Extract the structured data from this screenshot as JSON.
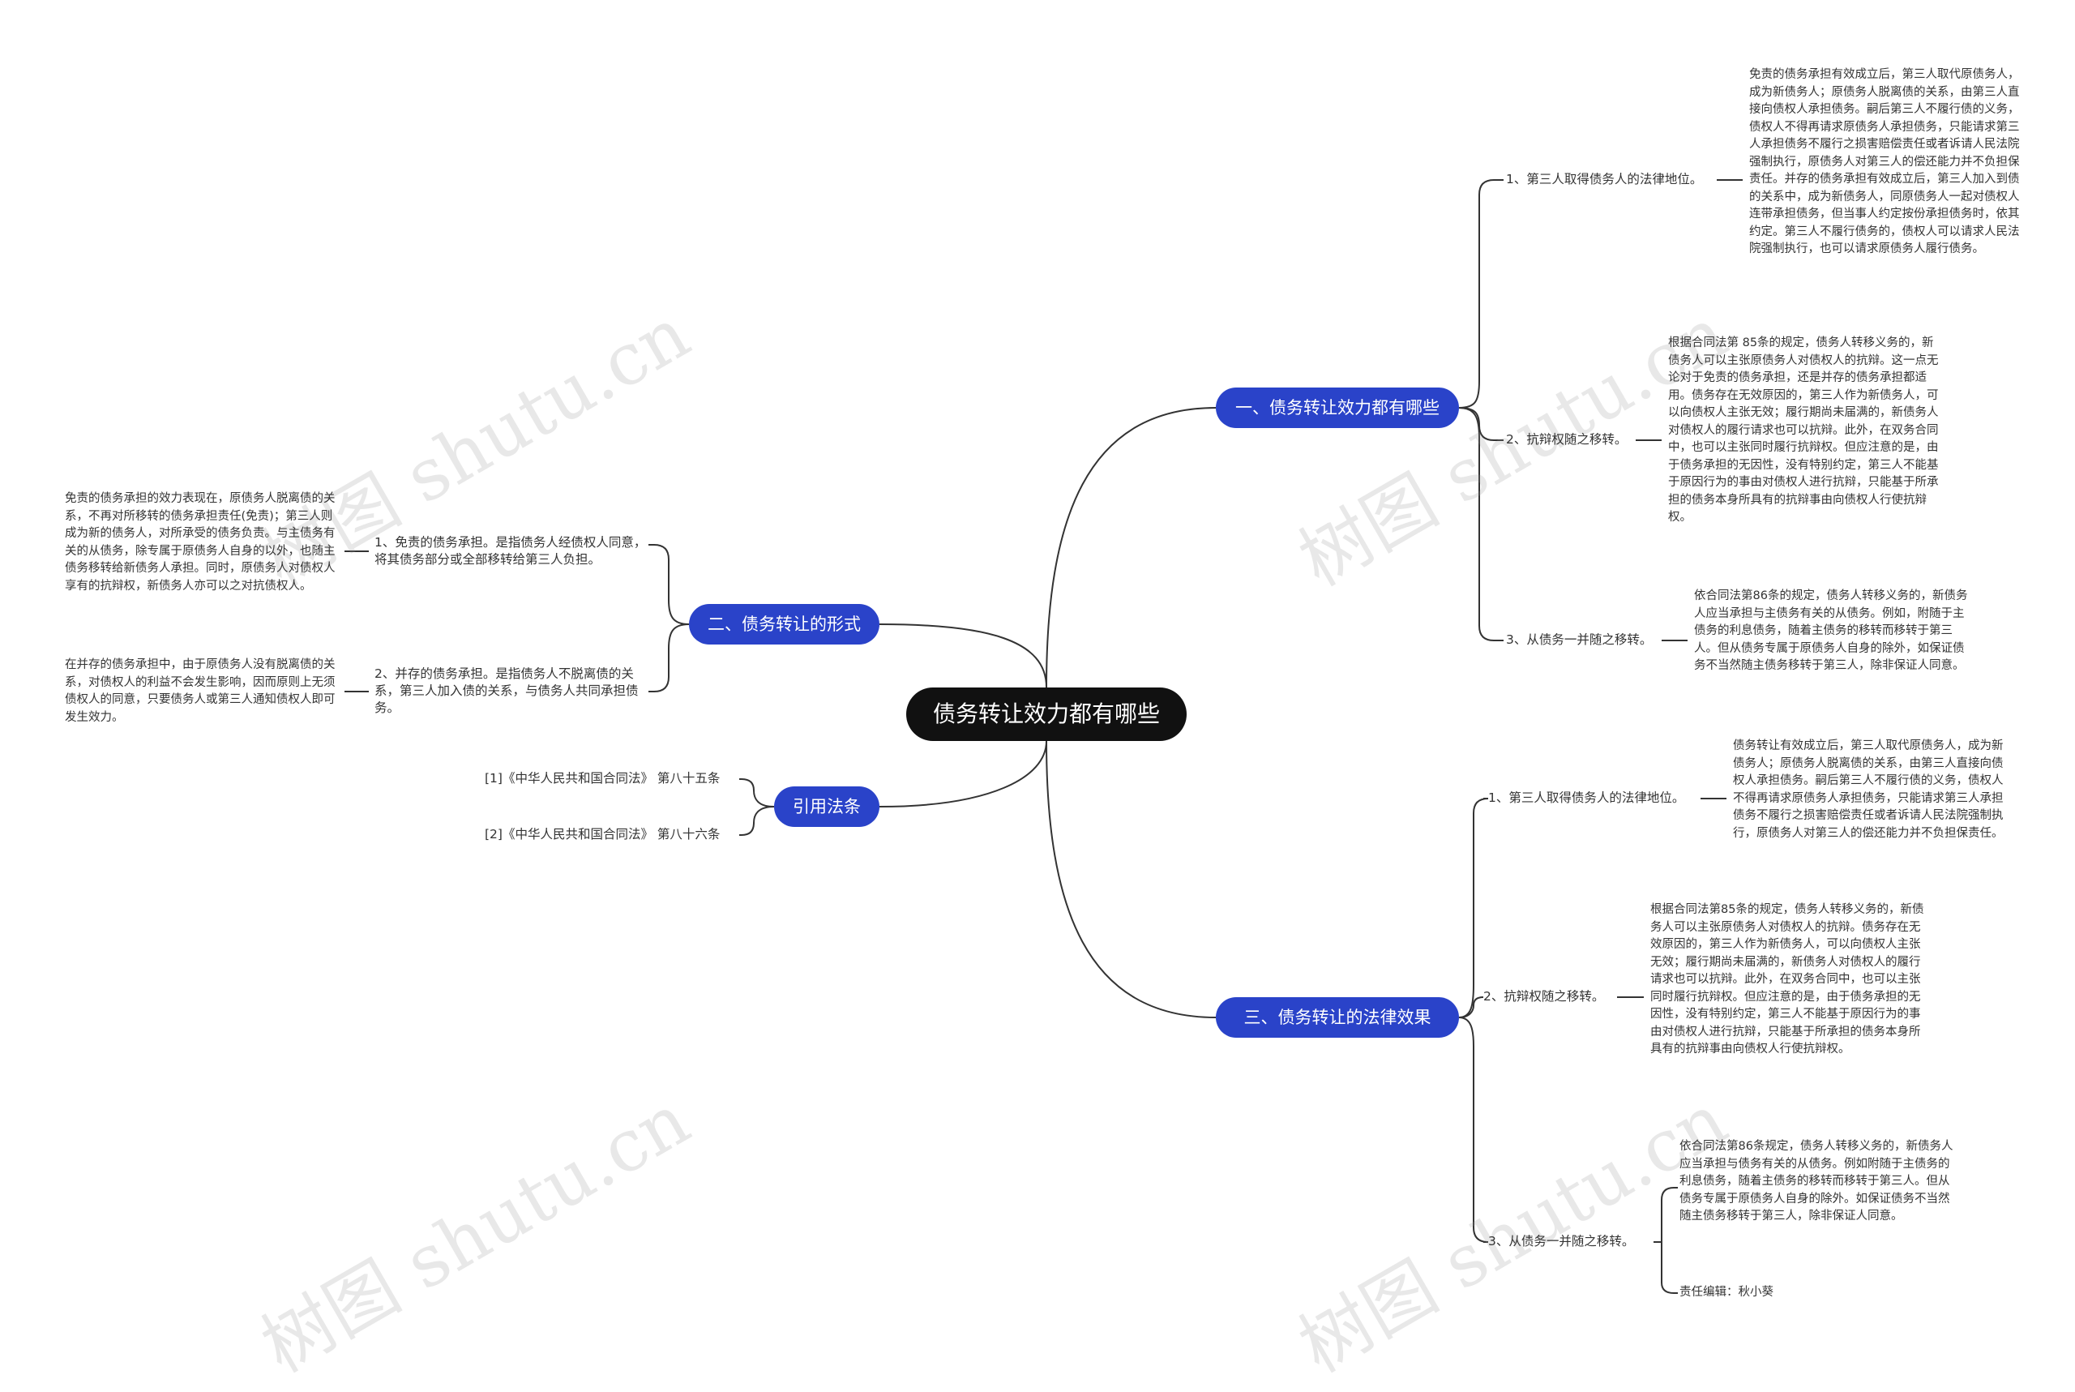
{
  "root": {
    "title": "债务转让效力都有哪些"
  },
  "colors": {
    "root_bg": "#111111",
    "branch_bg": "#2a43c9",
    "line": "#333333"
  },
  "watermark": "树图 shutu.cn",
  "branches": {
    "b1": {
      "label": "一、债务转让效力都有哪些",
      "items": [
        {
          "label": "1、第三人取得债务人的法律地位。",
          "note": "免责的债务承担有效成立后，第三人取代原债务人，成为新债务人；原债务人脱离债的关系，由第三人直接向债权人承担债务。嗣后第三人不履行债的义务，债权人不得再请求原债务人承担债务，只能请求第三人承担债务不履行之损害赔偿责任或者诉请人民法院强制执行，原债务人对第三人的偿还能力并不负担保责任。并存的债务承担有效成立后，第三人加入到债的关系中，成为新债务人，同原债务人一起对债权人连带承担债务，但当事人约定按份承担债务时，依其约定。第三人不履行债务的，债权人可以请求人民法院强制执行，也可以请求原债务人履行债务。"
        },
        {
          "label": "2、抗辩权随之移转。",
          "note": "根据合同法第 85条的规定，债务人转移义务的，新债务人可以主张原债务人对债权人的抗辩。这一点无论对于免责的债务承担，还是并存的债务承担都适用。债务存在无效原因的，第三人作为新债务人，可以向债权人主张无效；履行期尚未届满的，新债务人对债权人的履行请求也可以抗辩。此外，在双务合同中，也可以主张同时履行抗辩权。但应注意的是，由于债务承担的无因性，没有特别约定，第三人不能基于原因行为的事由对债权人进行抗辩，只能基于所承担的债务本身所具有的抗辩事由向债权人行使抗辩权。"
        },
        {
          "label": "3、从债务一并随之移转。",
          "note": "依合同法第86条的规定，债务人转移义务的，新债务人应当承担与主债务有关的从债务。例如，附随于主债务的利息债务，随着主债务的移转而移转于第三人。但从债务专属于原债务人自身的除外，如保证债务不当然随主债务移转于第三人，除非保证人同意。"
        }
      ]
    },
    "b2": {
      "label": "二、债务转让的形式",
      "items": [
        {
          "label": "1、免责的债务承担。是指债务人经债权人同意，将其债务部分或全部移转给第三人负担。",
          "note": "免责的债务承担的效力表现在，原债务人脱离债的关系，不再对所移转的债务承担责任(免责)；第三人则成为新的债务人，对所承受的债务负责。与主债务有关的从债务，除专属于原债务人自身的以外，也随主债务移转给新债务人承担。同时，原债务人对债权人享有的抗辩权，新债务人亦可以之对抗债权人。"
        },
        {
          "label": "2、并存的债务承担。是指债务人不脱离债的关系，第三人加入债的关系，与债务人共同承担债务。",
          "note": "在并存的债务承担中，由于原债务人没有脱离债的关系，对债权人的利益不会发生影响，因而原则上无须债权人的同意，只要债务人或第三人通知债权人即可发生效力。"
        }
      ]
    },
    "b3": {
      "label": "引用法条",
      "items": [
        {
          "label": "[1]《中华人民共和国合同法》 第八十五条"
        },
        {
          "label": "[2]《中华人民共和国合同法》 第八十六条"
        }
      ]
    },
    "b4": {
      "label": "三、债务转让的法律效果",
      "items": [
        {
          "label": "1、第三人取得债务人的法律地位。",
          "note": "债务转让有效成立后，第三人取代原债务人，成为新债务人；原债务人脱离债的关系，由第三人直接向债权人承担债务。嗣后第三人不履行债的义务，债权人不得再请求原债务人承担债务，只能请求第三人承担债务不履行之损害赔偿责任或者诉请人民法院强制执行，原债务人对第三人的偿还能力并不负担保责任。"
        },
        {
          "label": "2、抗辩权随之移转。",
          "note": "根据合同法第85条的规定，债务人转移义务的，新债务人可以主张原债务人对债权人的抗辩。债务存在无效原因的，第三人作为新债务人，可以向债权人主张无效；履行期尚未届满的，新债务人对债权人的履行请求也可以抗辩。此外，在双务合同中，也可以主张同时履行抗辩权。但应注意的是，由于债务承担的无因性，没有特别约定，第三人不能基于原因行为的事由对债权人进行抗辩，只能基于所承担的债务本身所具有的抗辩事由向债权人行使抗辩权。"
        },
        {
          "label": "3、从债务一并随之移转。",
          "note": "依合同法第86条规定，债务人转移义务的，新债务人应当承担与债务有关的从债务。例如附随于主债务的利息债务，随着主债务的移转而移转于第三人。但从债务专属于原债务人自身的除外。如保证债务不当然随主债务移转于第三人，除非保证人同意。",
          "editor": "责任编辑：秋小葵"
        }
      ]
    }
  }
}
